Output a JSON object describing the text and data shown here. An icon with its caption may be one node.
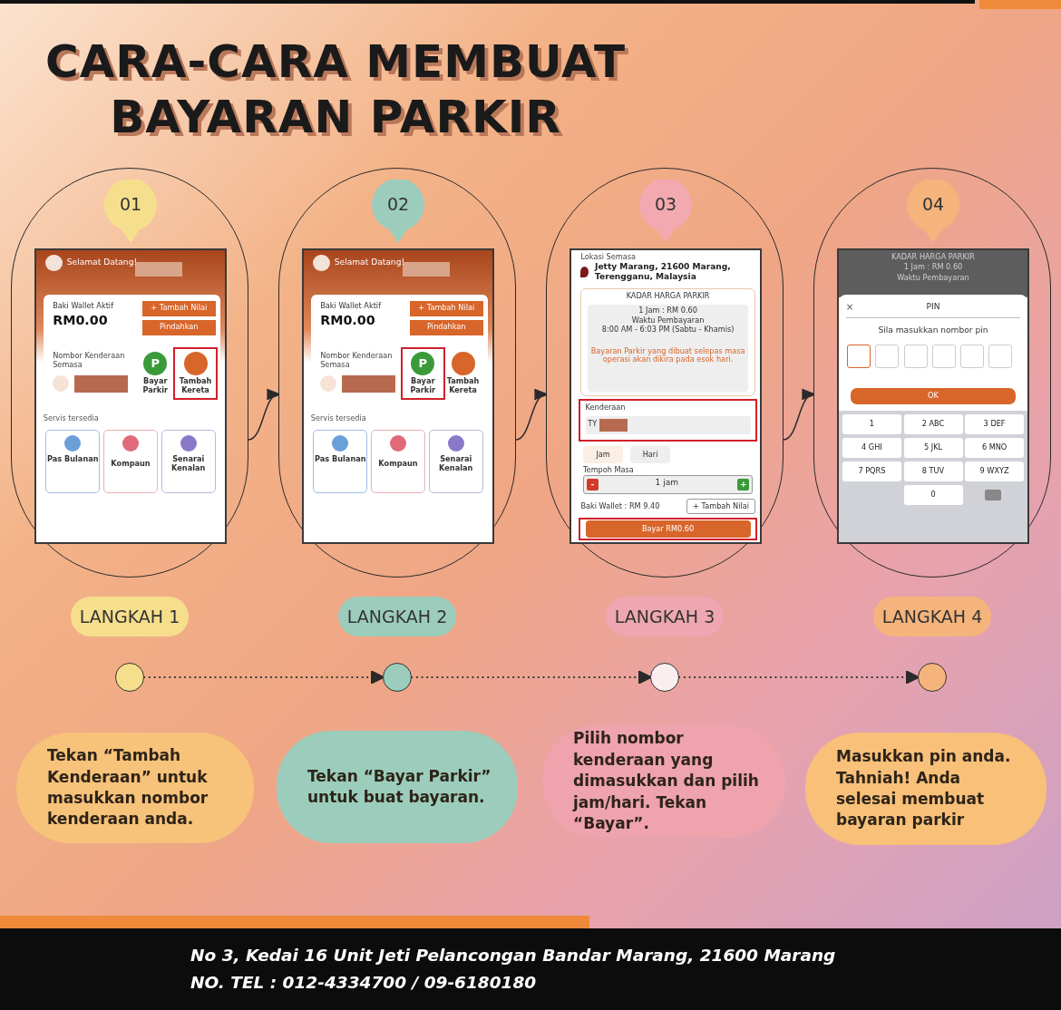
{
  "diagram": {
    "title": "CARA-CARA MEMBUAT BAYARAN PARKIR",
    "nodes": [
      {
        "text": [],
        "shape": "oval"
      },
      {
        "text": [
          "01"
        ],
        "in": 0
      },
      {
        "text": [
          "Selamat Datang!",
          "Baki Wallet Aktif",
          "RM0.00",
          "+ Tambah Nilai",
          "Pindahkan",
          "Nombor Kenderaan Semasa",
          "P",
          "Bayar Parkir",
          "Tambah Kereta",
          "Servis tersedia",
          "Pas Bulanan",
          "Kompaun",
          "Senarai Kenalan"
        ],
        "in": 0
      },
      {
        "text": [],
        "shape": "oval"
      },
      {
        "text": [
          "02"
        ],
        "in": 3
      },
      {
        "text": [
          "Selamat Datang!",
          "Baki Wallet Aktif",
          "RM0.00",
          "+ Tambah Nilai",
          "Pindahkan",
          "Nombor Kenderaan Semasa",
          "P",
          "Bayar Parkir",
          "Tambah Kereta",
          "Servis tersedia",
          "Pas Bulanan",
          "Kompaun",
          "Senarai Kenalan"
        ],
        "in": 3
      },
      {
        "text": [],
        "shape": "oval"
      },
      {
        "text": [
          "03"
        ],
        "in": 6
      },
      {
        "text": [
          "Lokasi Semasa",
          "Jetty Marang, 21600 Marang, Terengganu, Malaysia",
          "KADAR HARGA PARKIR",
          "1 Jam : RM 0.60",
          "Waktu Pembayaran",
          "8:00 AM - 6:03 PM (Sabtu - Khamis)",
          "Bayaran Parkir yang dibuat selepas masa operasi akan dikira pada esok hari.",
          "Kenderaan",
          "TY",
          "Jam",
          "Hari",
          "Tempoh Masa",
          "-",
          "1 jam",
          "+",
          "Baki Wallet : RM 9.40",
          "+ Tambah Nilai",
          "Bayar RM0.60"
        ],
        "in": 6
      },
      {
        "text": [],
        "shape": "oval"
      },
      {
        "text": [
          "04"
        ],
        "in": 9
      },
      {
        "text": [
          "KADAR HARGA PARKIR",
          "1 Jam : RM 0.60",
          "Waktu Pembayaran",
          "×",
          "PIN",
          "Sila masukkan nombor pin",
          "OK",
          "1",
          "2 ABC",
          "3 DEF",
          "4 GHI",
          "5 JKL",
          "6 MNO",
          "7 PQRS",
          "8 TUV",
          "9 WXYZ",
          "0"
        ],
        "in": 9
      },
      {
        "text": [
          "LANGKAH 1"
        ]
      },
      {
        "text": [
          "LANGKAH 2"
        ]
      },
      {
        "text": [
          "LANGKAH 3"
        ]
      },
      {
        "text": [
          "LANGKAH 4"
        ]
      },
      {
        "text": [],
        "shape": "circle"
      },
      {
        "text": [],
        "shape": "circle"
      },
      {
        "text": [],
        "shape": "circle"
      },
      {
        "text": [],
        "shape": "circle"
      },
      {
        "text": [
          "Tekan “Tambah Kenderaan” untuk masukkan nombor kenderaan anda."
        ]
      },
      {
        "text": [
          "Tekan “Bayar Parkir” untuk buat bayaran."
        ]
      },
      {
        "text": [
          "Pilih nombor kenderaan yang dimasukkan dan pilih jam/hari. Tekan “Bayar”."
        ]
      },
      {
        "text": [
          "Masukkan pin anda. Tahniah! Anda selesai membuat bayaran parkir"
        ]
      }
    ],
    "edges": [
      {
        "from": 0,
        "to": 3,
        "arrow": "to"
      },
      {
        "from": 3,
        "to": 6,
        "arrow": "to"
      },
      {
        "from": 6,
        "to": 9,
        "arrow": "to"
      },
      {
        "from": 16,
        "to": 17,
        "arrow": "to",
        "style": "dashed"
      },
      {
        "from": 17,
        "to": 18,
        "arrow": "to",
        "style": "dashed"
      },
      {
        "from": 18,
        "to": 19,
        "arrow": "to",
        "style": "dashed"
      }
    ],
    "labels": [
      "No 3, Kedai 16 Unit Jeti Pelancongan Bandar Marang, 21600 Marang",
      "NO. TEL : 012-4334700 / 09-6180180"
    ]
  }
}
